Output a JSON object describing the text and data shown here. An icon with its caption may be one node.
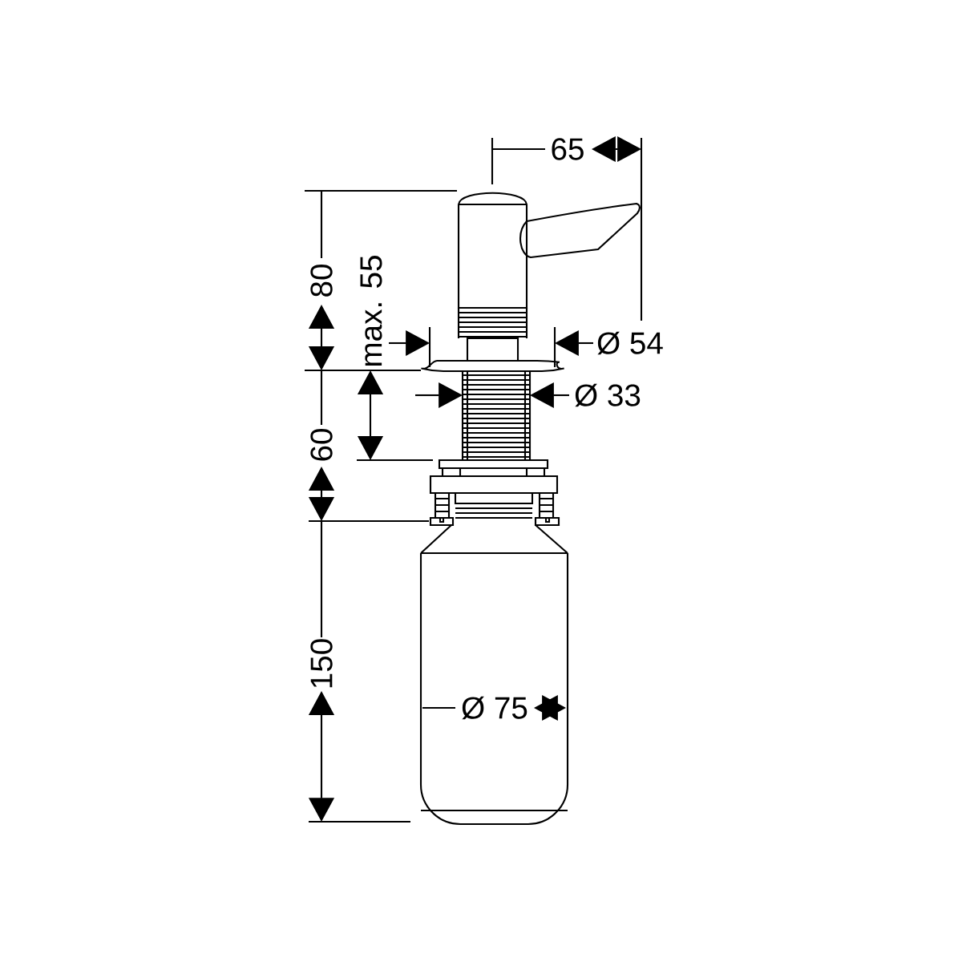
{
  "diagram": {
    "labels": [
      "65",
      "80",
      "max. 55",
      "Ø 54",
      "Ø 33",
      "60",
      "150",
      "Ø 75"
    ]
  }
}
